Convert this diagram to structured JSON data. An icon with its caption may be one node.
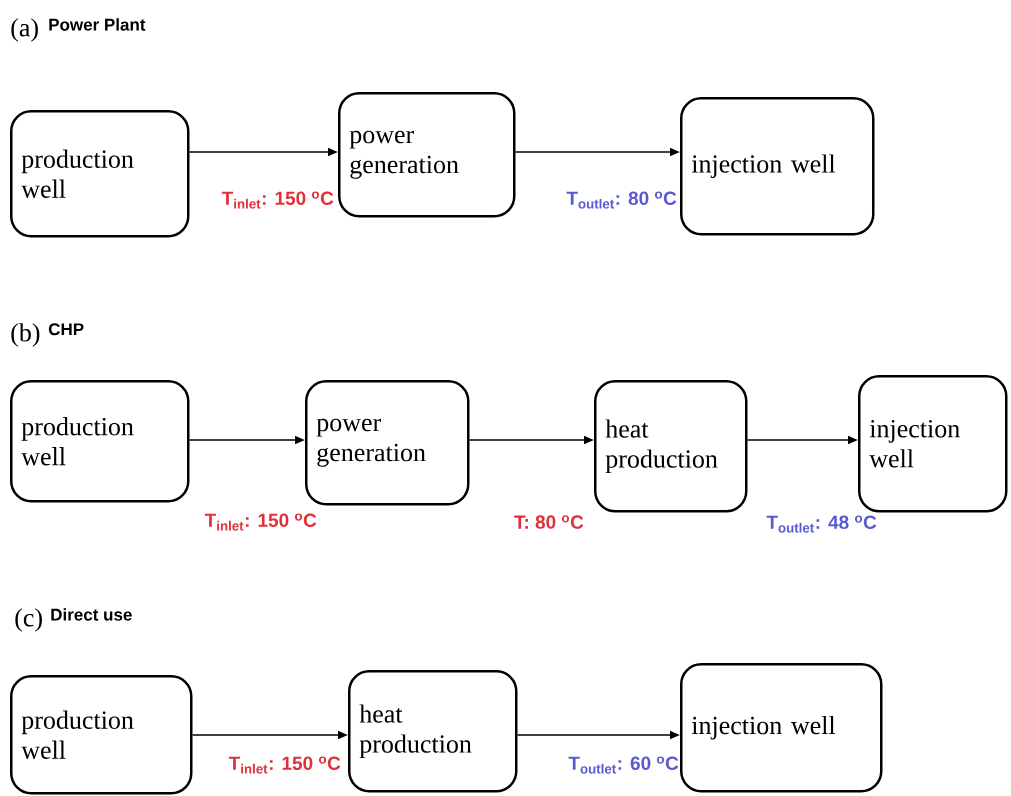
{
  "diagram": {
    "nodes": [
      {
        "text": [
          "production well"
        ]
      },
      {
        "text": [
          "power generation"
        ]
      },
      {
        "text": [
          "injection well"
        ]
      },
      {
        "text": [
          "production well"
        ]
      },
      {
        "text": [
          "power generation"
        ]
      },
      {
        "text": [
          "heat production"
        ]
      },
      {
        "text": [
          "injection well"
        ]
      },
      {
        "text": [
          "production well"
        ]
      },
      {
        "text": [
          "heat production"
        ]
      },
      {
        "text": [
          "injection well"
        ]
      }
    ],
    "edges": [
      {
        "from": 0,
        "to": 1,
        "arrow": "to",
        "label": "T$_{inlet}$: 150 $^{o}$C"
      },
      {
        "from": 1,
        "to": 2,
        "arrow": "to",
        "label": "T$_{outlet}$: 80 $^{o}$C"
      },
      {
        "from": 3,
        "to": 4,
        "arrow": "to",
        "label": "T$_{inlet}$: 150 $^{o}$C"
      },
      {
        "from": 4,
        "to": 5,
        "arrow": "to",
        "label": "T: 80 $^{o}$C"
      },
      {
        "from": 5,
        "to": 6,
        "arrow": "to",
        "label": "T$_{outlet}$: 48 $^{o}$C"
      },
      {
        "from": 7,
        "to": 8,
        "arrow": "to",
        "label": "T$_{inlet}$: 150 $^{o}$C"
      },
      {
        "from": 8,
        "to": 9,
        "arrow": "to",
        "label": "T$_{outlet}$: 60 $^{o}$C"
      }
    ],
    "labels": [
      "(a)",
      "Power Plant",
      "(b)",
      "CHP",
      "(c)",
      "Direct use"
    ]
  }
}
